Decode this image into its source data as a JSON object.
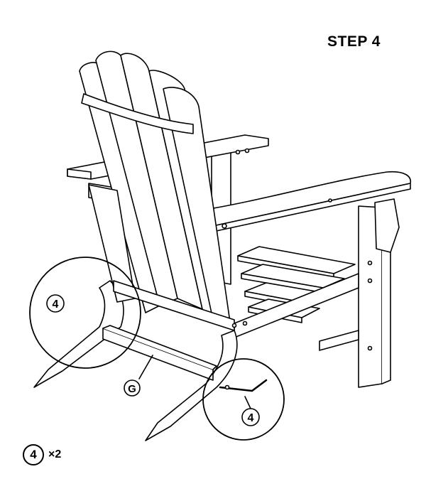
{
  "step": {
    "title": "STEP 4"
  },
  "callouts": {
    "left_part": "4",
    "right_part": "4",
    "crossbar": "G"
  },
  "quantity": {
    "part": "4",
    "count": "×2"
  },
  "icons": {
    "hardware": "hex-key-and-screw-icon"
  }
}
